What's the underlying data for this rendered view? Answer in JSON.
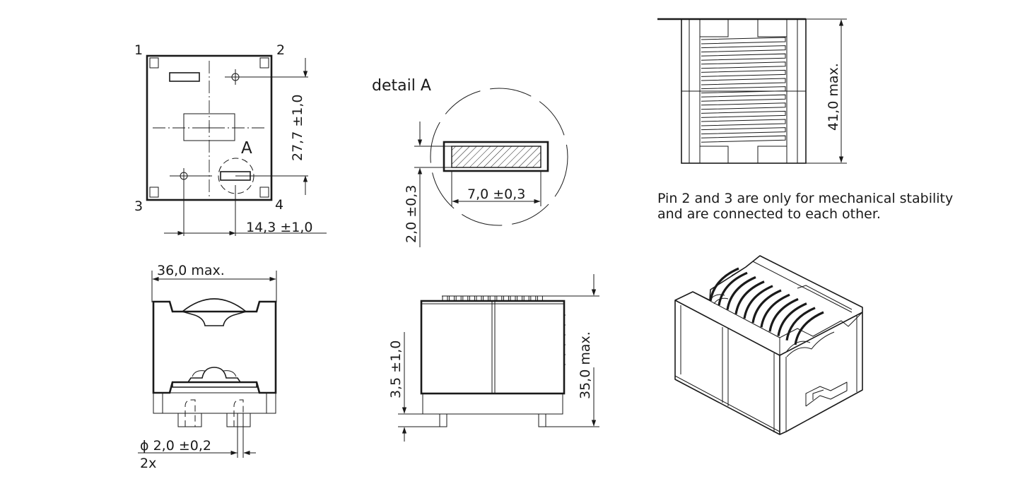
{
  "top_view": {
    "pin_labels": [
      "1",
      "2",
      "3",
      "4"
    ],
    "detail_marker": "A",
    "dim_height": "27,7 ±1,0",
    "dim_width": "14,3 ±1,0"
  },
  "detail_a": {
    "title": "detail A",
    "dim_width": "7,0 ±0,3",
    "dim_height": "2,0 ±0,3"
  },
  "front_view": {
    "dim_width": "36,0 max.",
    "dim_pin_diameter": "ϕ 2,0 ±0,2",
    "dim_pin_count": "2x"
  },
  "side_view": {
    "dim_height": "35,0 max.",
    "dim_standoff": "3,5 ±1,0"
  },
  "top_right_view": {
    "dim_height": "41,0 max."
  },
  "note": {
    "line1": "Pin 2 and 3 are only for mechanical stability",
    "line2": "and are connected to each other."
  }
}
